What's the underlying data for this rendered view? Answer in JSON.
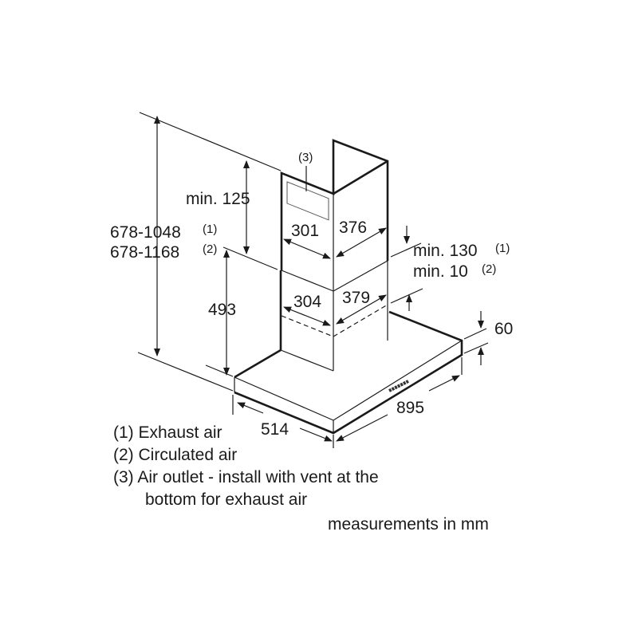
{
  "callout": "(3)",
  "dims": {
    "overall_1": "678-1048",
    "overall_1_note": "(1)",
    "overall_2": "678-1168",
    "overall_2_note": "(2)",
    "min_top": "min. 125",
    "lower_height": "493",
    "upper_depth": "301",
    "upper_width": "376",
    "lower_depth": "304",
    "lower_width": "379",
    "gap_1": "min. 130",
    "gap_1_note": "(1)",
    "gap_2": "min. 10",
    "gap_2_note": "(2)",
    "hood_height": "60",
    "hood_width": "895",
    "hood_depth": "514"
  },
  "legend": [
    "(1) Exhaust air",
    "(2) Circulated air",
    "(3) Air outlet - install with vent at the",
    "bottom for exhaust air"
  ],
  "units": "measurements in mm"
}
